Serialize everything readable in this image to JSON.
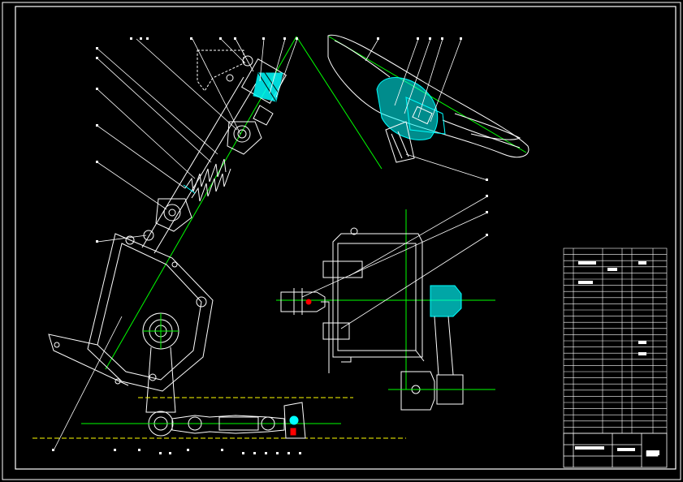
{
  "drawing": {
    "background": "#000000",
    "colors": {
      "outline": "#ffffff",
      "center_line": "#00ff00",
      "hatch": "#00ffff",
      "ground_line": "#ffff00",
      "accent": "#ff0000"
    },
    "views": [
      "steering-column-view",
      "steering-wheel-view",
      "gearbox-side-view",
      "steering-linkage-view"
    ]
  },
  "title_block": {
    "parts_rows": 30,
    "label": "████"
  }
}
